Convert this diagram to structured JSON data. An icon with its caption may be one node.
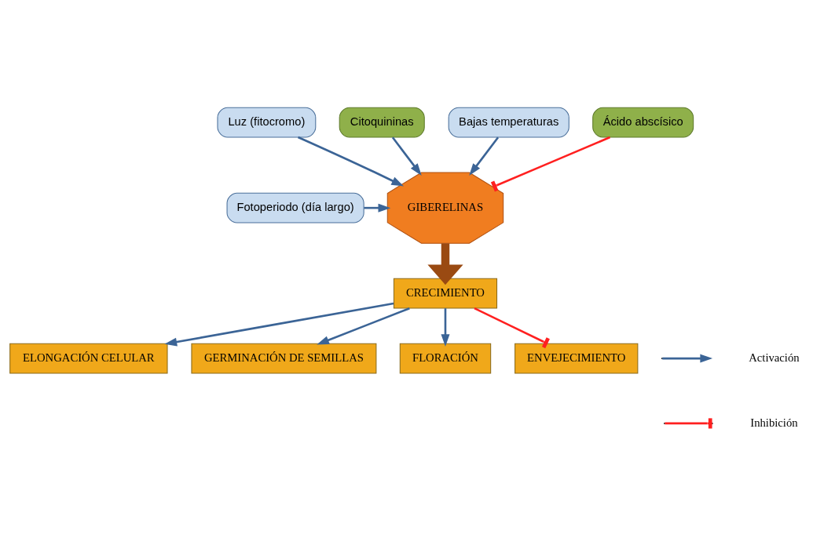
{
  "diagram": {
    "nodes": [
      {
        "text": [
          "Luz (fitocromo)"
        ]
      },
      {
        "text": [
          "Citoquininas"
        ]
      },
      {
        "text": [
          "Fotoperiodo (día largo)"
        ]
      },
      {
        "text": [
          "GIBERELINAS"
        ]
      },
      {
        "text": [
          "Bajas temperaturas"
        ]
      },
      {
        "text": [
          "Ácido abscísico"
        ]
      },
      {
        "text": [
          "CRECIMIENTO"
        ]
      },
      {
        "text": [
          "ELONGACIÓN CELULAR"
        ]
      },
      {
        "text": [
          "GERMINACIÓN DE SEMILLAS"
        ]
      },
      {
        "text": [
          "FLORACIÓN"
        ]
      },
      {
        "text": [
          "ENVEJECIMIENTO"
        ]
      }
    ],
    "edges": [
      {
        "from": 0,
        "to": 3,
        "arrow": "to"
      },
      {
        "from": 1,
        "to": 3,
        "arrow": "to"
      },
      {
        "from": 2,
        "to": 3,
        "arrow": "to"
      },
      {
        "from": 4,
        "to": 3,
        "arrow": "to"
      },
      {
        "from": 5,
        "to": 3,
        "arrow": "other",
        "color": "#ff2020"
      },
      {
        "from": 3,
        "to": 6,
        "arrow": "to",
        "style": "thick",
        "color": "#9a4a12"
      },
      {
        "from": 6,
        "to": 7,
        "arrow": "to"
      },
      {
        "from": 6,
        "to": 8,
        "arrow": "to"
      },
      {
        "from": 6,
        "to": 9,
        "arrow": "to"
      },
      {
        "from": 6,
        "to": 10,
        "arrow": "other",
        "color": "#ff2020"
      }
    ],
    "legend": [
      {
        "text": "Activación"
      },
      {
        "text": "Inhibición"
      }
    ]
  }
}
